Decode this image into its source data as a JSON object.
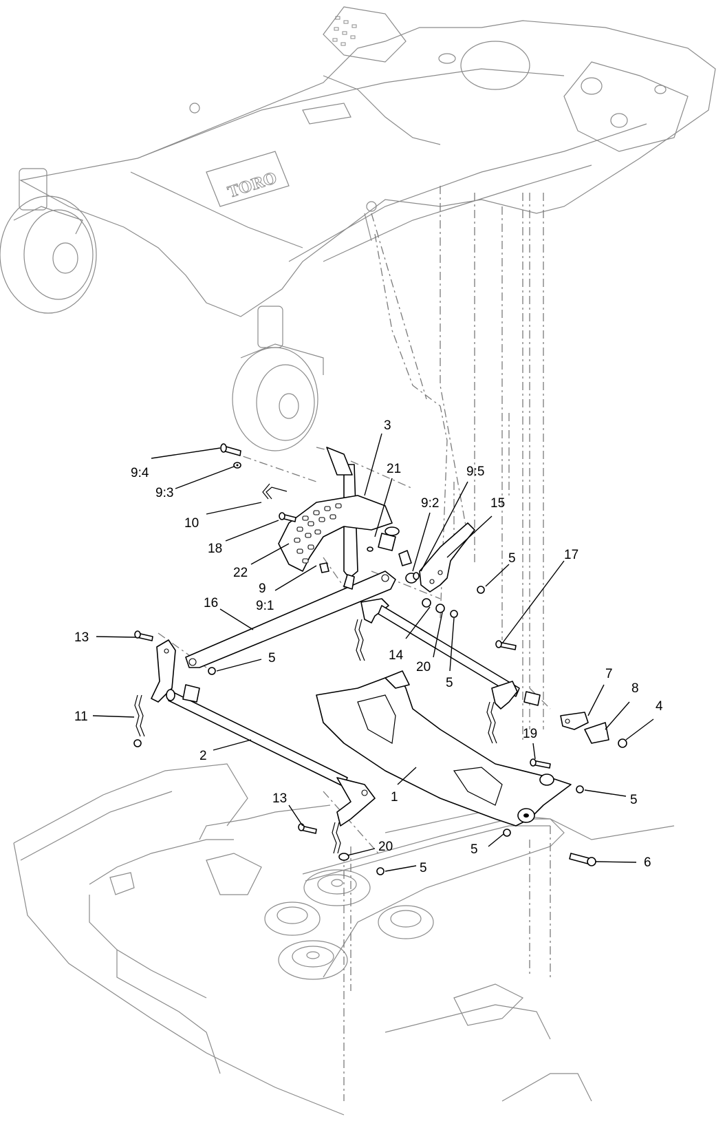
{
  "callouts": {
    "c_3": "3",
    "c_21": "21",
    "c_9_5": "9:5",
    "c_9_2": "9:2",
    "c_15": "15",
    "c_9_4": "9:4",
    "c_9_3": "9:3",
    "c_10": "10",
    "c_18": "18",
    "c_22": "22",
    "c_9": "9",
    "c_9_1": "9:1",
    "c_5_a": "5",
    "c_17": "17",
    "c_16": "16",
    "c_13_a": "13",
    "c_5_b": "5",
    "c_14": "14",
    "c_20_a": "20",
    "c_5_c": "5",
    "c_7": "7",
    "c_8": "8",
    "c_4": "4",
    "c_11": "11",
    "c_19": "19",
    "c_2": "2",
    "c_1": "1",
    "c_5_d": "5",
    "c_13_b": "13",
    "c_20_b": "20",
    "c_5_e": "5",
    "c_5_f": "5",
    "c_6": "6"
  },
  "logo_text": "TORO",
  "colors": {
    "line": "#000000",
    "ghost": "#7a7a7a",
    "background": "#ffffff"
  }
}
